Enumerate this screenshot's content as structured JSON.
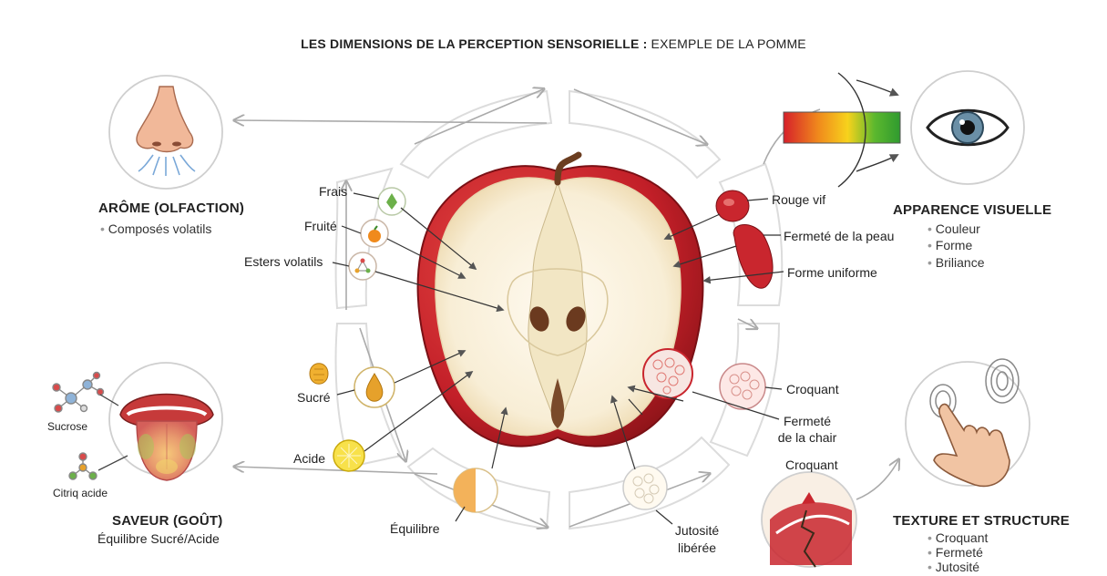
{
  "title_bold": "LES DIMENSIONS DE LA PERCEPTION SENSORIELLE :",
  "title_rest": " EXEMPLE DE LA POMME",
  "aroma": {
    "title": "ARÔME (OLFACTION)",
    "bullets": [
      "Composés volatils"
    ],
    "labels": [
      "Frais",
      "Fruité",
      "Esters volatils"
    ],
    "icon": "nose-icon"
  },
  "visual": {
    "title": "APPARENCE VISUELLE",
    "bullets": [
      "Couleur",
      "Forme",
      "Briliance"
    ],
    "labels": [
      "Rouge vif",
      "Fermeté de la peau",
      "Forme uniforme"
    ],
    "icon": "eye-icon",
    "color_gradient": [
      "#d6202a",
      "#f08a1c",
      "#f7d21c",
      "#5cb82e",
      "#2f9a2f"
    ]
  },
  "taste": {
    "title": "SAVEUR (GOÛT)",
    "subtitle": "Équilibre Sucré/Acide",
    "labels": [
      "Sucré",
      "Acide",
      "Équilibre"
    ],
    "molecules": [
      "Sucrose",
      "Citriq acide"
    ],
    "icon": "tongue-icon"
  },
  "texture": {
    "title": "TEXTURE ET STRUCTURE",
    "bullets": [
      "Croquant",
      "Fermeté",
      "Jutosité"
    ],
    "labels": [
      "Croquant",
      "Fermeté",
      "de la chair",
      "Croquant",
      "Jutosité",
      "libérée"
    ],
    "icon": "touch-hand-icon"
  },
  "colors": {
    "apple_red": "#c8262e",
    "flesh": "#fbf4e1",
    "ring": "#d9d9d9",
    "arrow": "#9a9a9a"
  }
}
